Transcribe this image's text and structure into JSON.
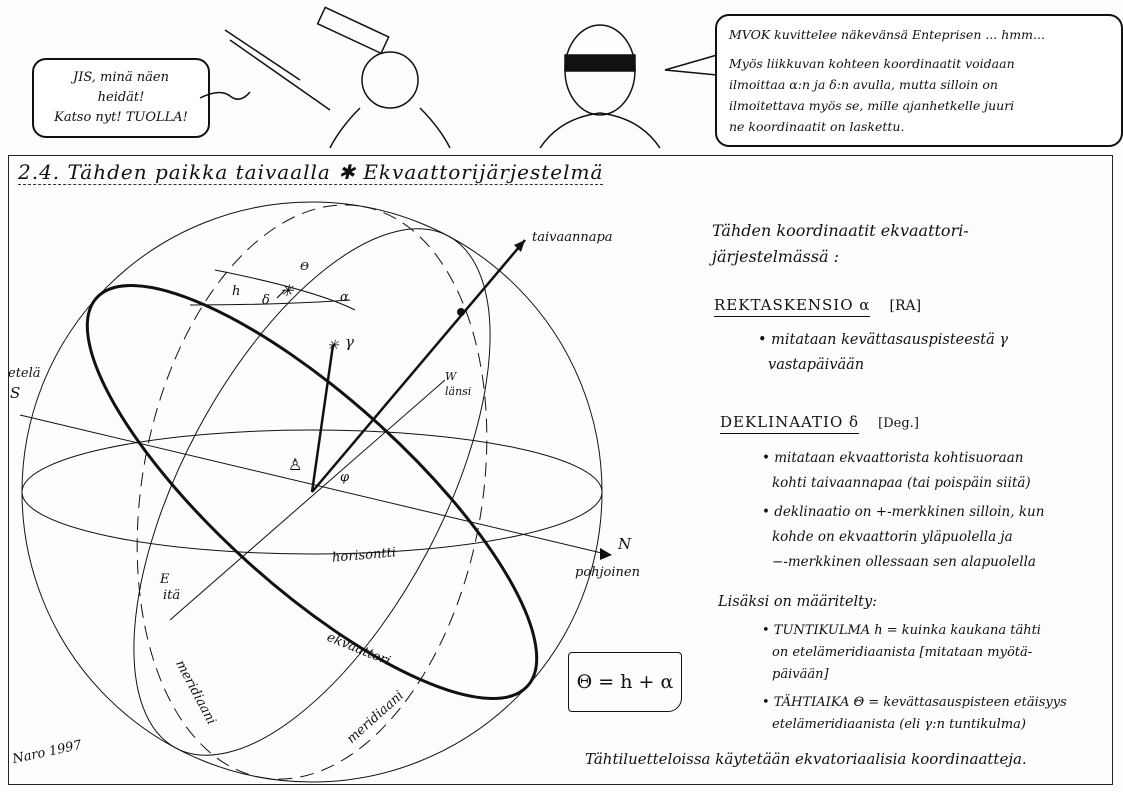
{
  "comic": {
    "left_bubble": [
      "JIS, minä näen",
      "heidät!",
      "Katso nyt! TUOLLA!"
    ],
    "right_bubble": {
      "line1": "MVOK kuvittelee näkevänsä Enteprisen ... hmm...",
      "paragraph": [
        "Myös liikkuvan kohteen koordinaatit voidaan",
        "ilmoittaa α:n ja δ:n avulla, mutta silloin on",
        "ilmoitettava myös se, mille ajanhetkelle juuri",
        "ne koordinaatit on laskettu."
      ]
    }
  },
  "title": "2.4. Tähden paikka taivaalla ✱ Ekvaattorijärjestelmä",
  "diagram": {
    "labels": {
      "pole": "taivaannapa",
      "south": "etelä",
      "south_letter": "S",
      "west_letter": "W",
      "west": "länsi",
      "north_letter": "N",
      "north": "pohjoinen",
      "east_letter": "E",
      "east": "itä",
      "horizon": "horisontti",
      "equator": "ekvaattori",
      "meridian1": "meridiaani",
      "meridian2": "meridiaani",
      "hour_angle": "h",
      "sidereal": "Θ",
      "ra": "α",
      "dec": "δ",
      "vernal": "γ",
      "latitude": "φ"
    },
    "formula": "Θ = h + α",
    "signature": "Naro 1997"
  },
  "notes": {
    "intro": [
      "Tähden koordinaatit ekvaattori-",
      "järjestelmässä :"
    ],
    "ra_heading": "REKTASKENSIO α",
    "ra_unit": "[RA]",
    "ra_bullets": [
      "• mitataan kevättasauspisteestä γ",
      "vastapäivään"
    ],
    "dec_heading": "DEKLINAATIO δ",
    "dec_unit": "[Deg.]",
    "dec_bullets": [
      "• mitataan ekvaattorista kohtisuoraan",
      "kohti taivaannapaa (tai poispäin siitä)",
      "• deklinaatio on +-merkkinen silloin, kun",
      "kohde on ekvaattorin yläpuolella ja",
      "−-merkkinen ollessaan sen alapuolella"
    ],
    "extra_heading": "Lisäksi on määritelty:",
    "extra_bullets": [
      "• TUNTIKULMA h = kuinka kaukana tähti",
      "on etelämeridiaanista [mitataan myötä-",
      "päivään]",
      "• TÄHTIAIKA Θ = kevättasauspisteen etäisyys",
      "etelämeridiaanista (eli γ:n tuntikulma)"
    ],
    "footer": "Tähtiluetteloissa käytetään ekvatoriaalisia koordinaatteja."
  }
}
